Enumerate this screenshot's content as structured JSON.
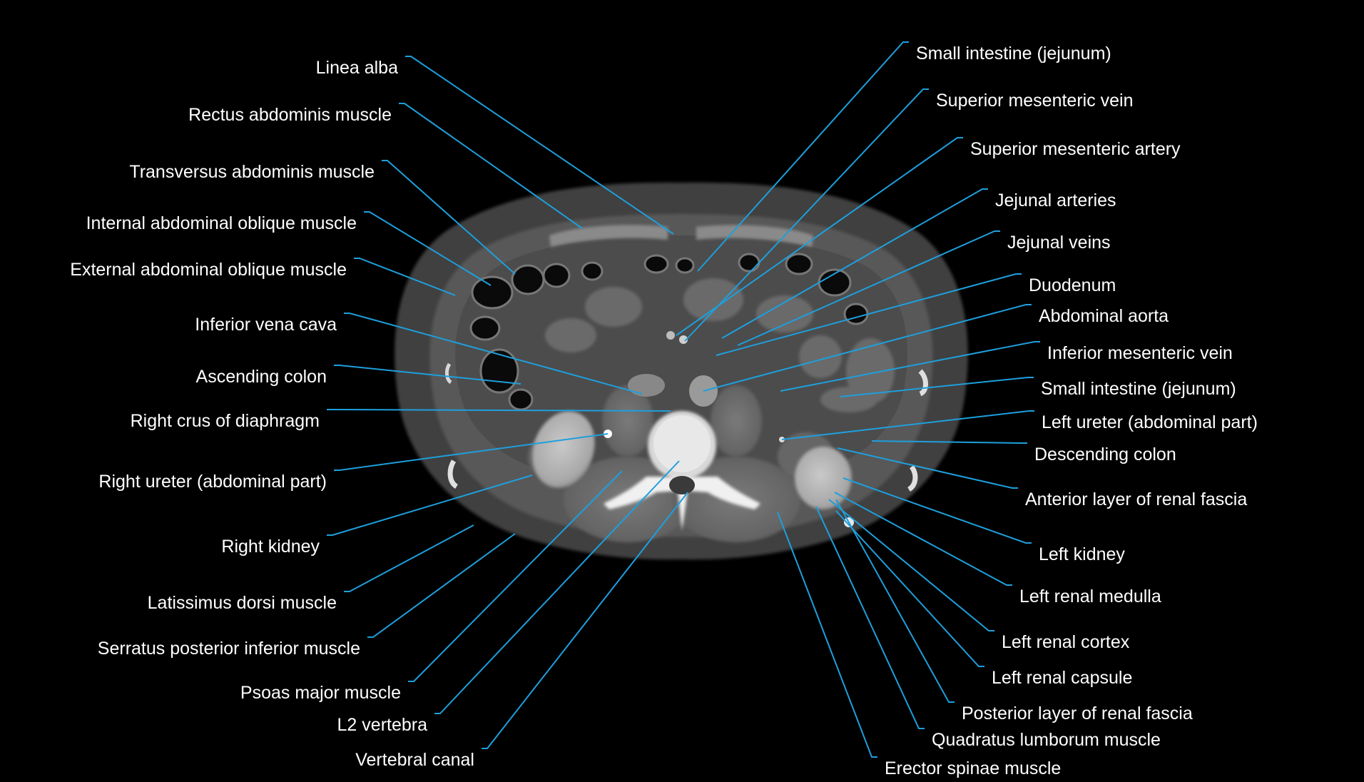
{
  "colors": {
    "background": "#000000",
    "leader": "#1e9fdc",
    "label": "#ffffff"
  },
  "labels": [
    {
      "id": "linea-alba",
      "text": "Linea alba",
      "side": "left"
    },
    {
      "id": "rectus-abdominis",
      "text": "Rectus abdominis muscle",
      "side": "left"
    },
    {
      "id": "transversus-abdominis",
      "text": "Transversus abdominis muscle",
      "side": "left"
    },
    {
      "id": "internal-oblique",
      "text": "Internal abdominal oblique muscle",
      "side": "left"
    },
    {
      "id": "external-oblique",
      "text": "External abdominal oblique muscle",
      "side": "left"
    },
    {
      "id": "inferior-vena-cava",
      "text": "Inferior vena cava",
      "side": "left"
    },
    {
      "id": "ascending-colon",
      "text": "Ascending colon",
      "side": "left"
    },
    {
      "id": "right-crus",
      "text": "Right crus of diaphragm",
      "side": "left"
    },
    {
      "id": "right-ureter",
      "text": "Right ureter (abdominal part)",
      "side": "left"
    },
    {
      "id": "right-kidney",
      "text": "Right kidney",
      "side": "left"
    },
    {
      "id": "latissimus-dorsi",
      "text": "Latissimus dorsi muscle",
      "side": "left"
    },
    {
      "id": "serratus-posterior",
      "text": "Serratus posterior inferior muscle",
      "side": "left"
    },
    {
      "id": "psoas-major",
      "text": "Psoas major muscle",
      "side": "left"
    },
    {
      "id": "l2-vertebra",
      "text": "L2 vertebra",
      "side": "left"
    },
    {
      "id": "vertebral-canal",
      "text": "Vertebral canal",
      "side": "left"
    },
    {
      "id": "small-intestine-1",
      "text": "Small intestine (jejunum)",
      "side": "right"
    },
    {
      "id": "superior-mesenteric-vein",
      "text": "Superior mesenteric vein",
      "side": "right"
    },
    {
      "id": "superior-mesenteric-artery",
      "text": "Superior mesenteric artery",
      "side": "right"
    },
    {
      "id": "jejunal-arteries",
      "text": "Jejunal arteries",
      "side": "right"
    },
    {
      "id": "jejunal-veins",
      "text": "Jejunal veins",
      "side": "right"
    },
    {
      "id": "duodenum",
      "text": "Duodenum",
      "side": "right"
    },
    {
      "id": "abdominal-aorta",
      "text": "Abdominal aorta",
      "side": "right"
    },
    {
      "id": "inferior-mesenteric-vein",
      "text": "Inferior mesenteric vein",
      "side": "right"
    },
    {
      "id": "small-intestine-2",
      "text": "Small intestine (jejunum)",
      "side": "right"
    },
    {
      "id": "left-ureter",
      "text": "Left ureter (abdominal part)",
      "side": "right"
    },
    {
      "id": "descending-colon",
      "text": "Descending colon",
      "side": "right"
    },
    {
      "id": "anterior-renal-fascia",
      "text": "Anterior layer of renal fascia",
      "side": "right"
    },
    {
      "id": "left-kidney",
      "text": "Left kidney",
      "side": "right"
    },
    {
      "id": "left-renal-medulla",
      "text": "Left renal medulla",
      "side": "right"
    },
    {
      "id": "left-renal-cortex",
      "text": "Left renal cortex",
      "side": "right"
    },
    {
      "id": "left-renal-capsule",
      "text": "Left renal capsule",
      "side": "right"
    },
    {
      "id": "posterior-renal-fascia",
      "text": "Posterior layer of renal fascia",
      "side": "right"
    },
    {
      "id": "quadratus-lumborum",
      "text": "Quadratus lumborum muscle",
      "side": "right"
    },
    {
      "id": "erector-spinae",
      "text": "Erector spinae muscle",
      "side": "right"
    }
  ]
}
